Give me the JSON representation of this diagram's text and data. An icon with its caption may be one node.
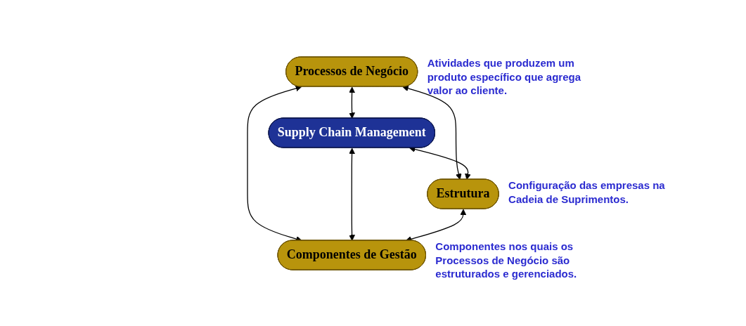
{
  "diagram": {
    "nodes": [
      {
        "text": [
          "Processos de Negócio"
        ],
        "beside": [
          "Atividades que produzem um produto específico que agrega valor ao cliente."
        ]
      },
      {
        "text": [
          "Supply Chain Management"
        ]
      },
      {
        "text": [
          "Estrutura"
        ],
        "beside": [
          "Configuração das empresas na Cadeia de Suprimentos."
        ]
      },
      {
        "text": [
          "Componentes de Gestão"
        ],
        "beside": [
          "Componentes nos quais os Processos de Negócio são estruturados e gerenciados."
        ]
      }
    ],
    "edges": [
      {
        "from": 0,
        "to": 1,
        "arrow": "both"
      },
      {
        "from": 0,
        "to": 2,
        "arrow": "both"
      },
      {
        "from": 0,
        "to": 3,
        "arrow": "both"
      },
      {
        "from": 1,
        "to": 2,
        "arrow": "both"
      },
      {
        "from": 1,
        "to": 3,
        "arrow": "both"
      },
      {
        "from": 2,
        "to": 3,
        "arrow": "both"
      }
    ]
  }
}
